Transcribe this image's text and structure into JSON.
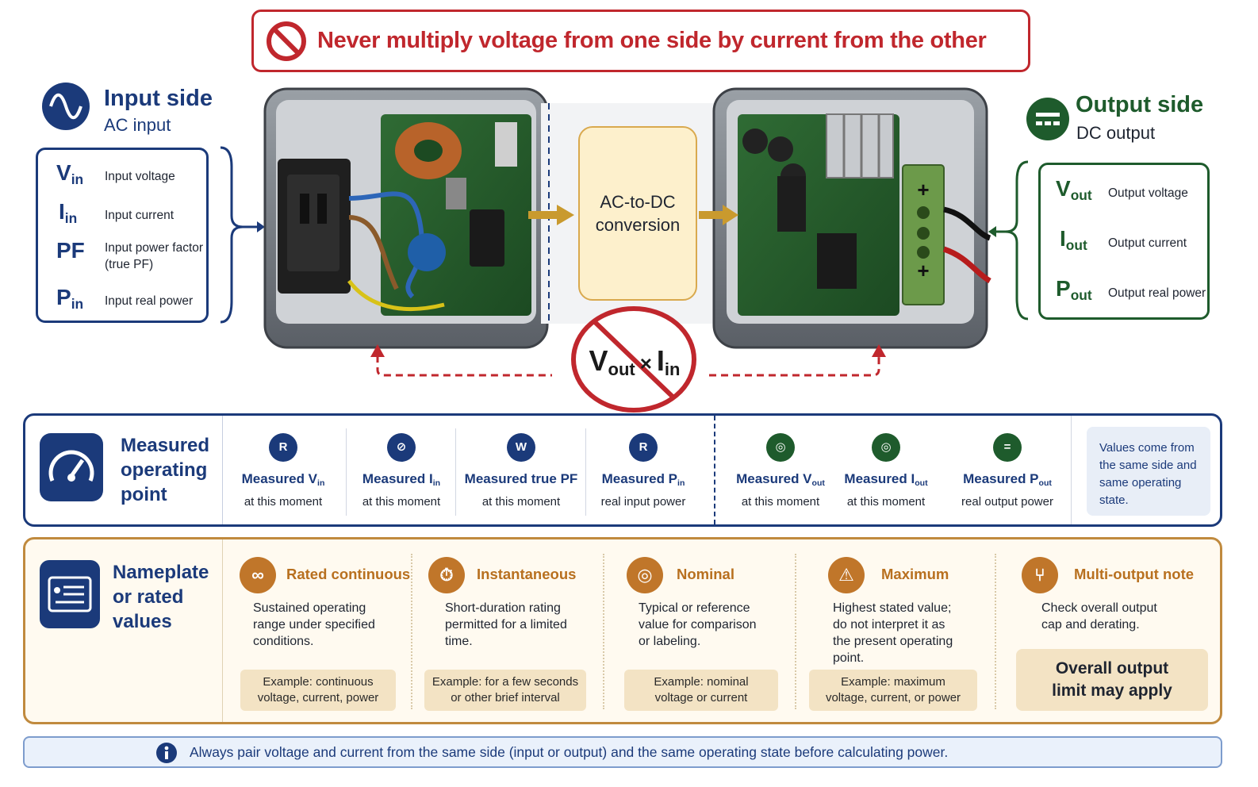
{
  "warning": {
    "text": "Never multiply voltage from one side by current from the other",
    "icon": "prohibited-icon",
    "color": "#c0272d"
  },
  "input_side": {
    "title": "Input side",
    "subtitle": "AC input",
    "icon": "sine-wave-icon",
    "color": "#1b3a7a",
    "items": [
      {
        "sym": "V",
        "sub": "in",
        "desc": "Input voltage"
      },
      {
        "sym": "I",
        "sub": "in",
        "desc": "Input current"
      },
      {
        "sym": "PF",
        "sub": "",
        "desc": "Input power factor\n(true PF)"
      },
      {
        "sym": "P",
        "sub": "in",
        "desc": "Input real power"
      }
    ]
  },
  "output_side": {
    "title": "Output side",
    "subtitle": "DC output",
    "icon": "dc-symbol-icon",
    "color": "#1e5b2c",
    "items": [
      {
        "sym": "V",
        "sub": "out",
        "desc": "Output voltage"
      },
      {
        "sym": "I",
        "sub": "out",
        "desc": "Output current"
      },
      {
        "sym": "P",
        "sub": "out",
        "desc": "Output real power"
      }
    ]
  },
  "center": {
    "conversion_label": "AC-to-DC\nconversion",
    "forbidden": {
      "v": "V",
      "v_sub": "out",
      "times": "×",
      "i": "I",
      "i_sub": "in"
    }
  },
  "measured": {
    "title": "Measured\noperating\npoint",
    "icon": "gauge-icon",
    "columns": [
      {
        "title_pre": "Measured V",
        "title_sub": "in",
        "sub": "at this moment",
        "icon": "input-measure-icon",
        "color": "#1b3a7a"
      },
      {
        "title_pre": "Measured I",
        "title_sub": "in",
        "sub": "at this moment",
        "icon": "input-measure-icon",
        "color": "#1b3a7a"
      },
      {
        "title_pre": "Measured true PF",
        "title_sub": "",
        "sub": "at this moment",
        "icon": "input-measure-icon",
        "color": "#1b3a7a"
      },
      {
        "title_pre": "Measured P",
        "title_sub": "in",
        "sub": "real input power",
        "icon": "input-measure-icon",
        "color": "#1b3a7a"
      },
      {
        "title_pre": "Measured V",
        "title_sub": "out",
        "sub": "at this moment",
        "icon": "output-measure-icon",
        "color": "#1e5b2c"
      },
      {
        "title_pre": "Measured I",
        "title_sub": "out",
        "sub": "at this moment",
        "icon": "output-measure-icon",
        "color": "#1e5b2c"
      },
      {
        "title_pre": "Measured P",
        "title_sub": "out",
        "sub": "real output power",
        "icon": "output-measure-icon",
        "color": "#1e5b2c"
      }
    ],
    "note": "Values come from\nthe same side and\nsame operating\nstate."
  },
  "nameplate": {
    "title": "Nameplate\nor rated\nvalues",
    "icon": "nameplate-icon",
    "columns": [
      {
        "title": "Rated continuous",
        "icon": "infinity-icon",
        "desc": "Sustained operating\nrange under specified\nconditions.",
        "example": "Example: continuous\nvoltage, current, power"
      },
      {
        "title": "Instantaneous",
        "icon": "stopwatch-icon",
        "desc": "Short-duration rating\npermitted for a limited\ntime.",
        "example": "Example: for a few seconds\nor other brief interval"
      },
      {
        "title": "Nominal",
        "icon": "target-icon",
        "desc": "Typical or reference\nvalue for comparison\nor labeling.",
        "example": "Example: nominal\nvoltage or current"
      },
      {
        "title": "Maximum",
        "icon": "warning-icon",
        "desc": "Highest stated value;\ndo not interpret it as\nthe present operating\npoint.",
        "example": "Example: maximum\nvoltage, current, or power"
      },
      {
        "title": "Multi-output note",
        "icon": "branch-icon",
        "desc": "Check overall output\ncap and derating.",
        "example": "Overall output\nlimit may apply"
      }
    ]
  },
  "tip": {
    "text": "Always pair voltage and current from the same side (input or output) and the same operating state before calculating power.",
    "icon": "info-icon"
  }
}
